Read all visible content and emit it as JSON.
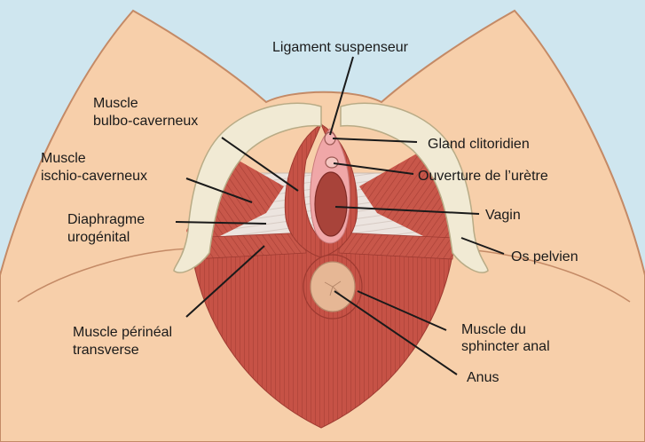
{
  "labels": {
    "ligament_suspenseur": "Ligament suspenseur",
    "gland_clitoridien": "Gland clitoridien",
    "ouverture_uretre": "Ouverture de l’urètre",
    "vagin": "Vagin",
    "os_pelvien": "Os pelvien",
    "muscle_sphincter_anal_1": "Muscle du",
    "muscle_sphincter_anal_2": "sphincter anal",
    "anus": "Anus",
    "muscle_bulbo_caverneux_1": "Muscle",
    "muscle_bulbo_caverneux_2": "bulbo-caverneux",
    "muscle_ischio_caverneux_1": "Muscle",
    "muscle_ischio_caverneux_2": "ischio-caverneux",
    "diaphragme_urogenital_1": "Diaphragme",
    "diaphragme_urogenital_2": "urogénital",
    "muscle_perineal_transverse_1": "Muscle périnéal",
    "muscle_perineal_transverse_2": "transverse"
  },
  "colors": {
    "background": "#cfe6ef",
    "skin": "#f7cfaa",
    "skin_outline": "#c48a66",
    "muscle": "#c8574a",
    "muscle_dark": "#a63e34",
    "membrane": "#ece4df",
    "bone": "#f1ead4",
    "bone_outline": "#b8ab86",
    "mucosa": "#f0a7a8",
    "vagina": "#a8433a",
    "anus": "#e6b795",
    "leader_line": "#1a1a1a"
  }
}
